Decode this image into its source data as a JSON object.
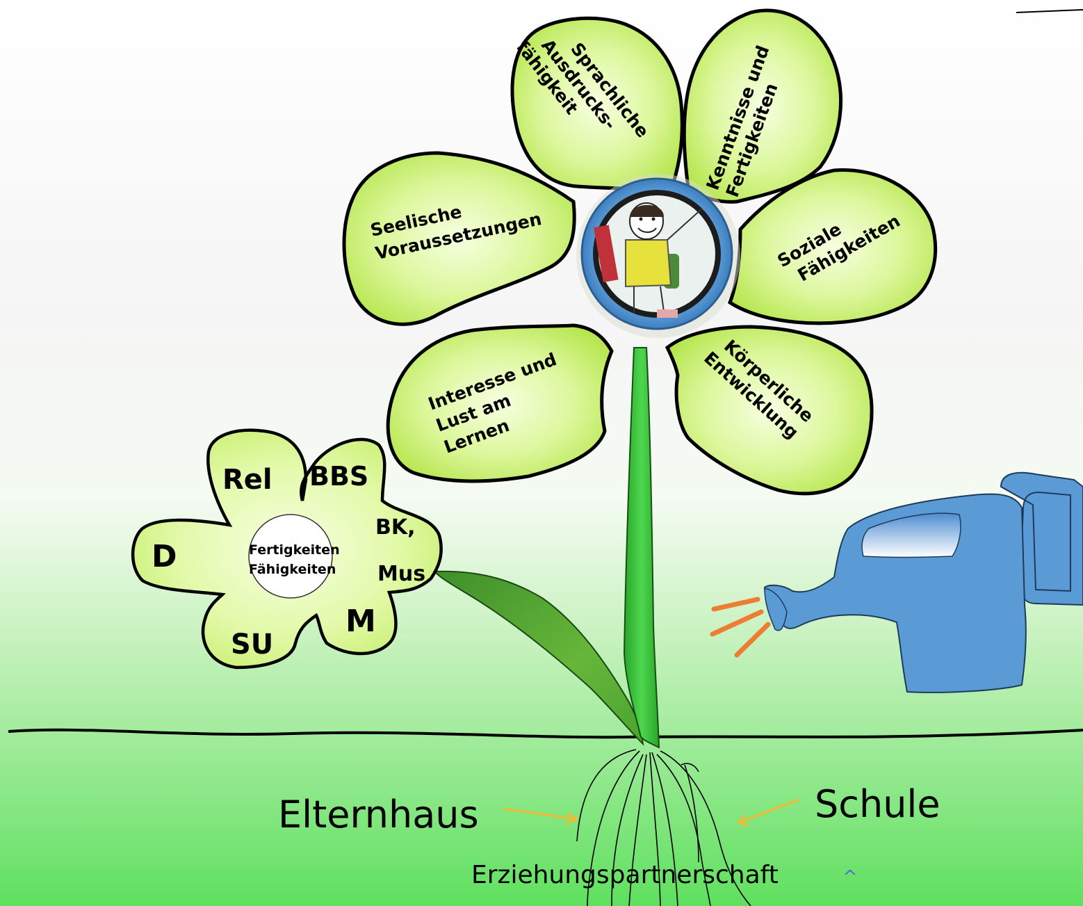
{
  "flower": {
    "petals": [
      {
        "id": "sprachliche",
        "lines": [
          "Sprachliche",
          "Ausdrucks-",
          "fähigkeit"
        ]
      },
      {
        "id": "kenntnisse",
        "lines": [
          "Kenntnisse und",
          "Fertigkeiten"
        ]
      },
      {
        "id": "seelische",
        "lines": [
          "Seelische",
          "Voraussetzungen"
        ]
      },
      {
        "id": "soziale",
        "lines": [
          "Soziale",
          "Fähigkeiten"
        ]
      },
      {
        "id": "interesse",
        "lines": [
          "Interesse und",
          "Lust am",
          "Lernen"
        ]
      },
      {
        "id": "koerperliche",
        "lines": [
          "Körperliche",
          "Entwicklung"
        ]
      }
    ]
  },
  "subjects": {
    "petals": [
      "Rel",
      "BBS",
      "BK,",
      "Mus",
      "D",
      "SU",
      "M"
    ],
    "center_lines": [
      "Fertigkeiten",
      "Fähigkeiten"
    ]
  },
  "roots": {
    "left_label": "Elternhaus",
    "right_label": "Schule",
    "bottom_label": "Erziehungspartnerschaft",
    "caret": "^"
  },
  "colors": {
    "petal_light": "#f4ffd9",
    "petal_dark": "#bde85a",
    "stem": "#3cc43c",
    "can": "#5b9bd5",
    "water": "#ed7d31",
    "arrow": "#f5b82e",
    "ground_top": "#ffffff",
    "ground_bottom": "#63e163"
  }
}
